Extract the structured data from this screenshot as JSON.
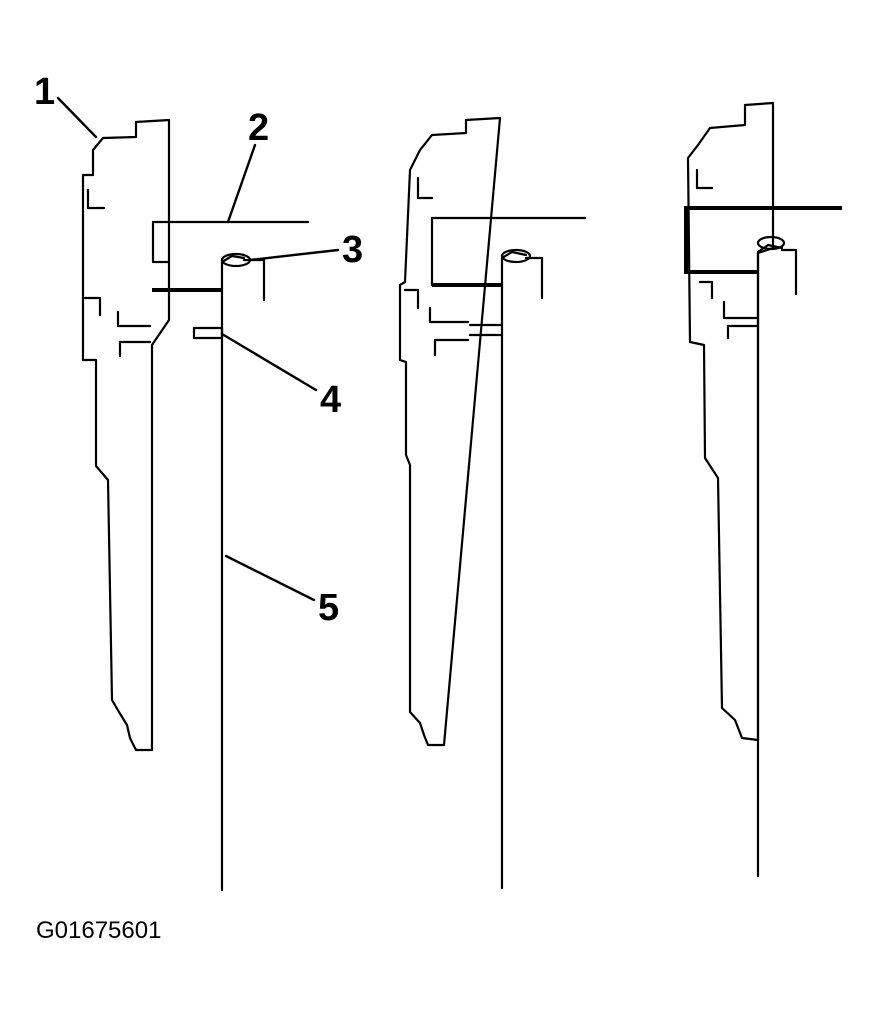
{
  "callouts": {
    "c1": "1",
    "c2": "2",
    "c3": "3",
    "c4": "4",
    "c5": "5"
  },
  "figure_id": "G01675601"
}
